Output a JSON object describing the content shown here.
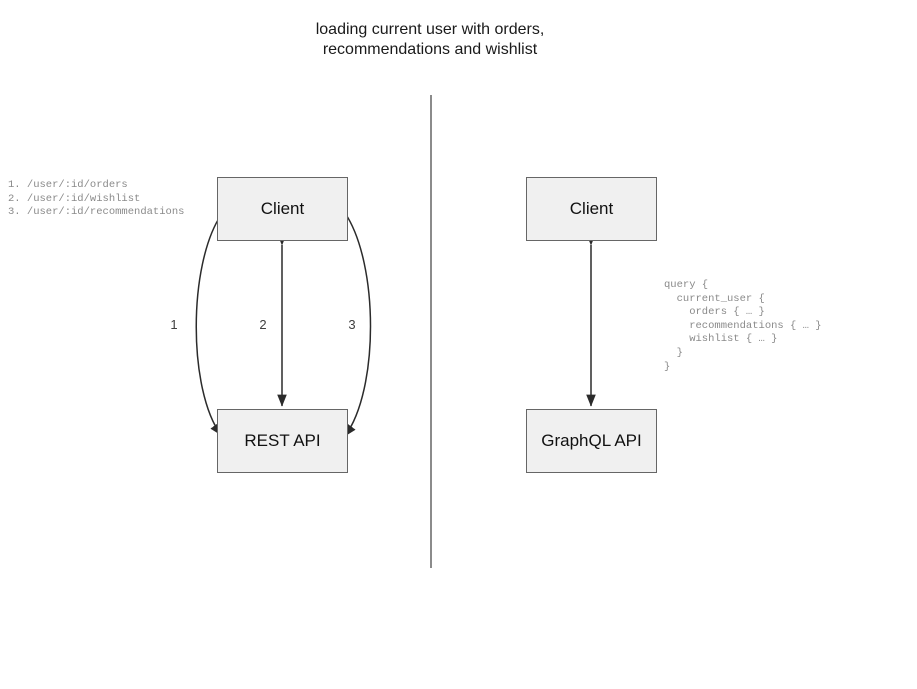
{
  "title": "loading current user with orders,\nrecommendations and wishlist",
  "divider": {
    "name": "vertical-divider",
    "color": "#6e6e6e"
  },
  "colors": {
    "node_fill": "#f0f0f0",
    "node_border": "#666666",
    "arrow": "#2b2b2b",
    "code_text": "#8a8a8a",
    "title_text": "#1a1a1a"
  },
  "left_panel": {
    "name": "rest-approach",
    "nodes": [
      {
        "id": "client",
        "label": "Client"
      },
      {
        "id": "rest-api",
        "label": "REST API"
      }
    ],
    "endpoints_caption": "1. /user/:id/orders\n2. /user/:id/wishlist\n3. /user/:id/recommendations",
    "endpoints": [
      {
        "number": "1.",
        "path": "/user/:id/orders"
      },
      {
        "number": "2.",
        "path": "/user/:id/wishlist"
      },
      {
        "number": "3.",
        "path": "/user/:id/recommendations"
      }
    ],
    "edges": [
      {
        "id": "edge-1",
        "label": "1",
        "shape": "arc-left",
        "bidirectional": true,
        "from": "client",
        "to": "rest-api"
      },
      {
        "id": "edge-2",
        "label": "2",
        "shape": "straight",
        "bidirectional": true,
        "from": "client",
        "to": "rest-api"
      },
      {
        "id": "edge-3",
        "label": "3",
        "shape": "arc-right",
        "bidirectional": true,
        "from": "client",
        "to": "rest-api"
      }
    ]
  },
  "right_panel": {
    "name": "graphql-approach",
    "nodes": [
      {
        "id": "client",
        "label": "Client"
      },
      {
        "id": "graphql-api",
        "label": "GraphQL API"
      }
    ],
    "query_caption": "query {\n  current_user {\n    orders { … }\n    recommendations { … }\n    wishlist { … }\n  }\n}",
    "query_lines": [
      "query {",
      "  current_user {",
      "    orders { … }",
      "    recommendations { … }",
      "    wishlist { … }",
      "  }",
      "}"
    ],
    "edges": [
      {
        "id": "edge-gql",
        "label": "",
        "shape": "straight",
        "bidirectional": true,
        "from": "client",
        "to": "graphql-api"
      }
    ]
  }
}
